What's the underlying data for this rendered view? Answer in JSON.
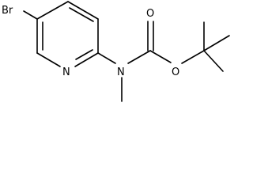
{
  "molecule": {
    "atoms": {
      "bromine": "Br",
      "pyridine_nitrogen": "N",
      "amine_nitrogen": "N",
      "carbonyl_oxygen": "O",
      "ester_oxygen": "O"
    }
  }
}
